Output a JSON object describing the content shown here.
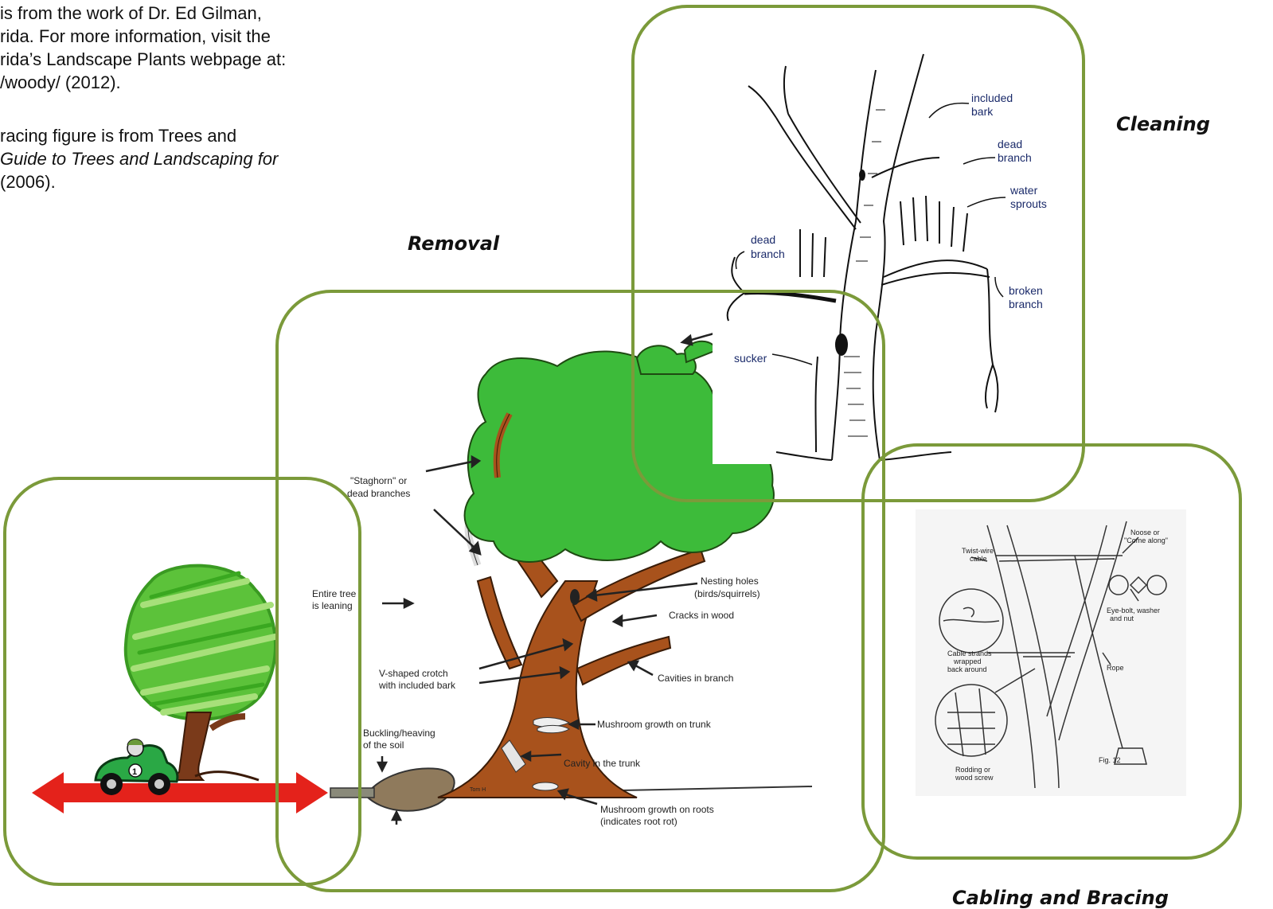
{
  "intro": {
    "p1": [
      "is from the work of Dr. Ed Gilman,",
      "rida. For more information, visit the",
      "rida’s Landscape Plants webpage at:",
      "/woody/ (2012)."
    ],
    "p2_line1": "racing figure is from Trees and",
    "p2_line2": "Guide to Trees and Landscaping for",
    "p2_line3": "(2006)."
  },
  "headings": {
    "removal": "Removal",
    "cleaning": "Cleaning",
    "cabling": "Cabling and Bracing"
  },
  "cleaning_labels": {
    "included": "included",
    "bark": "bark",
    "dead1": "dead",
    "branch1": "branch",
    "water": "water",
    "sprouts": "sprouts",
    "dead2": "dead",
    "branch2": "branch",
    "broken": "broken",
    "branch3": "branch",
    "sucker": "sucker"
  },
  "removal_labels": {
    "staghorn1": "\"Staghorn\" or",
    "staghorn2": "dead branches",
    "leaning1": "Entire tree",
    "leaning2": "is leaning",
    "nesting1": "Nesting holes",
    "nesting2": "(birds/squirrels)",
    "cracks": "Cracks in wood",
    "vshape1": "V-shaped crotch",
    "vshape2": "with included bark",
    "cavities": "Cavities in branch",
    "buckling1": "Buckling/heaving",
    "buckling2": "of the soil",
    "mushtrunk": "Mushroom growth on trunk",
    "cavitytrunk": "Cavity in the trunk",
    "mushroots1": "Mushroom growth on roots",
    "mushroots2": "(indicates root rot)",
    "signature": "Tom H"
  },
  "cabling_labels": {
    "noose1": "Noose or",
    "noose2": "\"Come along\"",
    "twist1": "Twist-wire",
    "twist2": "cable",
    "eyebolt1": "Eye-bolt, washer",
    "eyebolt2": "and nut",
    "strands1": "Cable strands",
    "strands2": "wrapped",
    "strands3": "back around",
    "rope": "Rope",
    "rodding1": "Rodding or",
    "rodding2": "wood screw",
    "fig": "Fig. 12"
  },
  "car_number": "1",
  "colors": {
    "frame": "#7b9a3a",
    "foliage": "#3dbb3a",
    "trunk": "#a8521c",
    "road": "#e4221b"
  }
}
